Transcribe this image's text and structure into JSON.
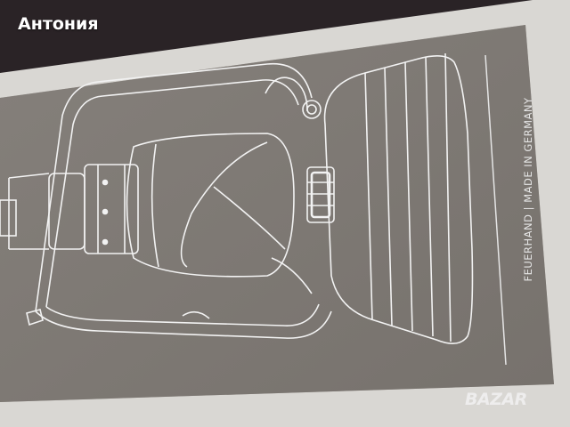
{
  "uploader": {
    "name": "Антония"
  },
  "box": {
    "print_text": "FEUERHAND | MADE IN GERMANY"
  },
  "watermark": {
    "text": "BAZAR"
  },
  "colors": {
    "background": "#2a2326",
    "box_frame": "#d9d7d3",
    "cardboard": "#807b76",
    "line_art": "#f2f2f2"
  }
}
